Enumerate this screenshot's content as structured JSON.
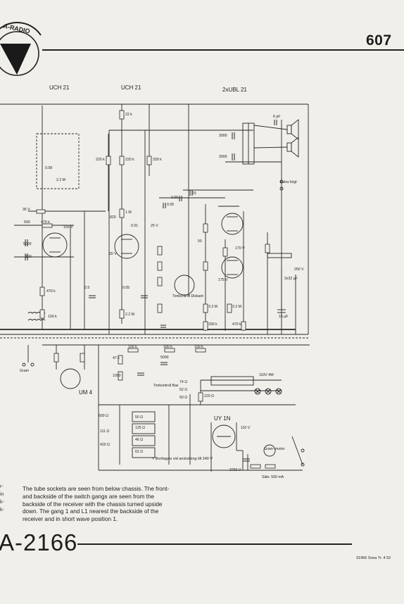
{
  "header": {
    "page_number": "607",
    "logo_text": "A-RADIO"
  },
  "footer": {
    "model": "A-2166",
    "print_info": "31966 Svea Tr. 4 52"
  },
  "caption": {
    "text": "The tube sockets are seen from below chassis. The front- and backside of the switch gangs are seen from the backside of the receiver with the chassis turned upside down. The gang 1 and L1 nearest the backside of the receiver and in short wave position 1."
  },
  "margin_fragments": [
    "r-",
    "in",
    "k-",
    "k-"
  ],
  "schematic": {
    "tube_labels": [
      "UCH 21",
      "UCH 21",
      "2xUBL 21",
      "UM 4",
      "UY 1N"
    ],
    "component_labels": {
      "r22k": "22 k",
      "r220k_a": "220 k",
      "r220k_b": "220 k",
      "r330k": "330 k",
      "c3000_a": "3000",
      "c3000_b": "3000",
      "c6pf": "6 pF",
      "r1m": "1 M",
      "r820": "820",
      "c001": "0.01",
      "v25": "25 V",
      "v20": "20 V",
      "r470k_a": "470 k",
      "c500": "500",
      "c5000": "5000",
      "c100": "100",
      "v35": "35 V",
      "v155": "155 V",
      "c005_a": "0.05",
      "c005_b": "0.05",
      "c005_c": "0.05",
      "c05": "0.5",
      "r470k_b": "470 k",
      "r100k": "100 k",
      "r22m_a": "2.2 M",
      "r22m_b": "2.2 M",
      "c0008": "0.08",
      "r33m_a": "3.3 M",
      "r33m_b": "3.3 M",
      "r330k_b": "330 k",
      "r470k_c": "470 k",
      "v170": "170 V",
      "v175": "175 V",
      "v250": "250 V",
      "r100k_b": "100 k",
      "r330k_c": "330 k",
      "r100k_c": "100 k",
      "r47k": "47 k",
      "c1000": "1000",
      "c5000_b": "5000",
      "tone_bas": "Tonkontroll Bas",
      "tone_diskant": "Tonkontroll Diskant",
      "v110": "110 V",
      "r220": "220 Ω",
      "r74": "74 Ω",
      "r52": "52 Ω",
      "r50": "50 Ω",
      "r600": "600 Ω",
      "r111": "111 Ω",
      "r420": "420 Ω",
      "r125": "125 Ω",
      "r46": "46 Ω",
      "r62": "62 Ω",
      "r50b": "50 Ω",
      "lamps": "110V 4W",
      "v3750": "3750 V",
      "fuse": "Säkr. 500 mA",
      "extra": "Extra högt",
      "gram": "Gram",
      "grammotor": "Gram- motor",
      "c250": "2x32 µF",
      "c16": "16 µF",
      "v15": "15",
      "c50": "50"
    },
    "footnote": "× Borttages vid anslutning till 240 V"
  }
}
